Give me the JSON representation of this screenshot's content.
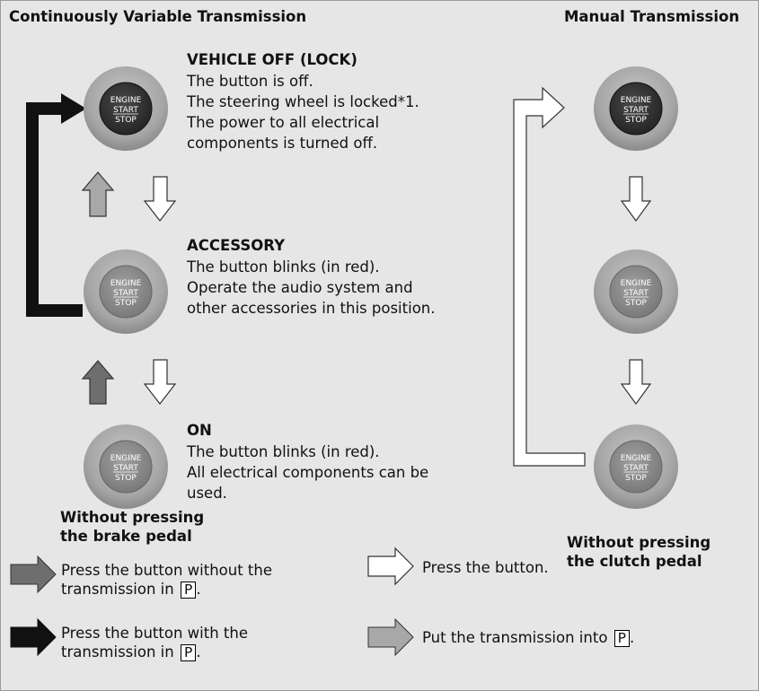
{
  "headers": {
    "cvt": "Continuously Variable Transmission",
    "manual": "Manual Transmission"
  },
  "button_labels": {
    "line1": "ENGINE",
    "line2": "START",
    "line3": "STOP"
  },
  "states": [
    {
      "title": "VEHICLE OFF (LOCK)",
      "lines": [
        "The button is off.",
        "The steering wheel is locked*1.",
        "The power to all electrical",
        "components is turned off."
      ]
    },
    {
      "title": "ACCESSORY",
      "lines": [
        "The button blinks (in red).",
        "Operate the audio system and",
        "other accessories in this position."
      ]
    },
    {
      "title": "ON",
      "lines": [
        "The button blinks (in red).",
        "All electrical components can be",
        "used."
      ]
    }
  ],
  "captions": {
    "left": [
      "Without pressing",
      "the brake pedal"
    ],
    "right": [
      "Without pressing",
      "the clutch pedal"
    ]
  },
  "legend": {
    "dark_gray": [
      "Press the button without the",
      "transmission in"
    ],
    "white": [
      "Press the button."
    ],
    "black": [
      "Press the button with the",
      "transmission in"
    ],
    "light_gray": [
      "Put the transmission into"
    ],
    "p_symbol": "P",
    "period": "."
  },
  "colors": {
    "panel_bg": "#e6e6e6",
    "arrow_black": "#111111",
    "arrow_dark_gray": "#6e6e6e",
    "arrow_light_gray": "#a8a8a8",
    "arrow_white": "#ffffff",
    "button_off": "#3a3a3a",
    "button_on": "#8c8c8c"
  }
}
